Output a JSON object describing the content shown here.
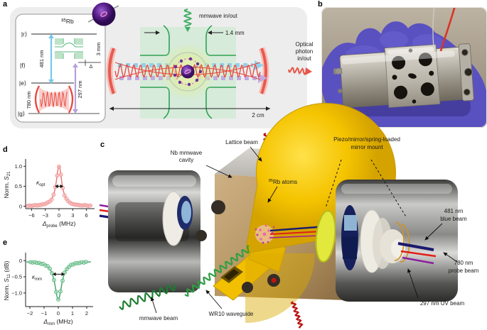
{
  "figure": {
    "panel_labels": {
      "a": "a",
      "b": "b",
      "c": "c",
      "d": "d",
      "e": "e"
    },
    "a": {
      "isotope_sup": "85",
      "isotope_name": "Rb",
      "ket_r": "|r⟩",
      "ket_f": "|f⟩",
      "ket_e": "|e⟩",
      "ket_g": "|g⟩",
      "wl_blue": "481 nm",
      "wl_red": "780 nm",
      "wl_uv": "297 nm",
      "delta": "Δ",
      "cavity_size": "3 mm",
      "gap": "1.4 mm",
      "mmwave_label": "mmwave in/out",
      "optical_1": "Optical",
      "optical_2": "photon",
      "optical_3": "in/out",
      "scale": "2 cm"
    },
    "c": {
      "lattice": "Lattice beam",
      "nb_1": "Nb mmwave",
      "nb_2": "cavity",
      "piezo_1": "Piezo/mirror/spring-loaded",
      "piezo_2": "mirror mount",
      "atoms_sup": "85",
      "atoms_rest": "Rb atoms",
      "blue_1": "481 nm",
      "blue_2": "blue beam",
      "probe_1": "780 nm",
      "probe_2": "probe beam",
      "uv": "297 nm UV beam",
      "mmwave": "mmwave beam",
      "wr10": "WR10 waveguide"
    }
  },
  "chart_data": [
    {
      "type": "scatter",
      "panel": "d",
      "x": [
        -6.8,
        -6.4,
        -6.0,
        -5.6,
        -5.2,
        -4.8,
        -4.4,
        -4.0,
        -3.6,
        -3.2,
        -2.8,
        -2.4,
        -2.0,
        -1.6,
        -1.2,
        -0.8,
        -0.4,
        0.0,
        0.4,
        0.8,
        1.2,
        1.6,
        2.0,
        2.4,
        2.8,
        3.2,
        3.6,
        4.0,
        4.4,
        4.8,
        5.2,
        5.6,
        6.0,
        6.4,
        6.8
      ],
      "y": [
        0.01,
        0.02,
        0.01,
        0.02,
        0.03,
        0.02,
        0.03,
        0.03,
        0.05,
        0.05,
        0.07,
        0.1,
        0.12,
        0.17,
        0.29,
        0.48,
        0.77,
        0.99,
        0.79,
        0.46,
        0.27,
        0.19,
        0.13,
        0.09,
        0.06,
        0.05,
        0.04,
        0.04,
        0.03,
        0.02,
        0.02,
        0.03,
        0.02,
        0.01,
        0.02
      ],
      "fit": {
        "model": "lorentzian",
        "amplitude": 1.0,
        "center": 0,
        "hwhm": 0.75,
        "offset": 0.005
      },
      "xlabel": {
        "pre": "Δ",
        "sub": "probe",
        "post": " (MHz)"
      },
      "ylabel": {
        "pre": "Norm. ",
        "sym": "S",
        "sub": "21",
        "post": ""
      },
      "xlim": [
        -7.3,
        7.3
      ],
      "ylim": [
        -0.06,
        1.13
      ],
      "xticks": [
        -6,
        -3,
        0,
        3,
        6
      ],
      "xtick_labels": [
        "−6",
        "−3",
        "0",
        "3",
        "6"
      ],
      "yticks": [
        0,
        0.5,
        1
      ],
      "ytick_labels": [
        "0",
        "0.5",
        "1.0"
      ],
      "annotation": {
        "sym": "κ",
        "sub": "opt",
        "x1": -0.9,
        "x2": 0.95,
        "y": 0.5,
        "label_x": -4.0,
        "label_y": 0.54
      },
      "colors": {
        "line": "#ee7070",
        "point_stroke": "#f09494",
        "point_fill": "#fad2d2"
      },
      "box": {
        "x0": 36,
        "y0": 30,
        "x1": 130,
        "y1": 97
      }
    },
    {
      "type": "scatter",
      "panel": "e",
      "x": [
        -1.95,
        -1.8,
        -1.65,
        -1.5,
        -1.35,
        -1.2,
        -1.05,
        -0.9,
        -0.75,
        -0.6,
        -0.45,
        -0.3,
        -0.15,
        0.0,
        0.15,
        0.3,
        0.45,
        0.6,
        0.75,
        0.9,
        1.05,
        1.2,
        1.35,
        1.5,
        1.65,
        1.8,
        1.95
      ],
      "y": [
        -0.05,
        -0.06,
        -0.05,
        -0.07,
        -0.07,
        -0.1,
        -0.1,
        -0.15,
        -0.17,
        -0.25,
        -0.39,
        -0.6,
        -0.97,
        -1.2,
        -0.95,
        -0.62,
        -0.37,
        -0.26,
        -0.19,
        -0.13,
        -0.12,
        -0.08,
        -0.08,
        -0.07,
        -0.05,
        -0.06,
        -0.04
      ],
      "fit": {
        "model": "lorentzian",
        "amplitude": -1.18,
        "center": 0,
        "hwhm": 0.3,
        "offset": -0.02
      },
      "xlabel": {
        "pre": "Δ",
        "sub": "mm",
        "post": " (MHz)"
      },
      "ylabel": {
        "pre": "Norm. ",
        "sym": "S",
        "sub": "11",
        "post": " (dB)"
      },
      "xlim": [
        -2.3,
        2.3
      ],
      "ylim": [
        -1.42,
        0.18
      ],
      "xticks": [
        -2,
        -1,
        0,
        1,
        2
      ],
      "xtick_labels": [
        "−2",
        "−1",
        "0",
        "1",
        "2"
      ],
      "yticks": [
        0,
        -0.5,
        -1.0
      ],
      "ytick_labels": [
        "0",
        "−0.5",
        "−1.0"
      ],
      "annotation": {
        "sym": "κ",
        "sub": "mm",
        "x1": -0.4,
        "x2": 0.45,
        "y": -0.42,
        "label_x": -1.5,
        "label_y": -0.56
      },
      "colors": {
        "line": "#3da068",
        "point_stroke": "#5cb880",
        "point_fill": "#c2e6d0"
      },
      "box": {
        "x0": 36,
        "y0": 26,
        "x1": 128,
        "y1": 99
      }
    }
  ]
}
